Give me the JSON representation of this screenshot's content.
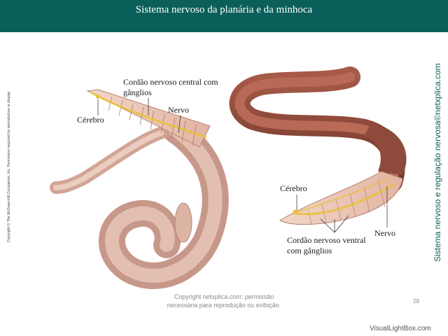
{
  "header": {
    "title": "Sistema nervoso da planária e da minhoca"
  },
  "left_diagram": {
    "labels": {
      "cord": "Cordão nervoso central com gânglios",
      "brain": "Cérebro",
      "nerve": "Nervo"
    }
  },
  "right_diagram": {
    "labels": {
      "brain": "Cérebro",
      "nerve": "Nervo",
      "cord": "Cordão nervoso ventral com gânglios"
    }
  },
  "side_copyright": "Copyright © The McGraw-Hill Companies, Inc. Permission required for reproduction or display.",
  "side_text": "Sistema nervoso e regulação nervosa©netxplica.com",
  "footer": {
    "line1": "Copyright netxplica.com: permissão",
    "line2": "necessária para reprodução ou exibição."
  },
  "page_number": "28",
  "watermark": "VisualLightBox.com",
  "colors": {
    "header_bg": "#0b5f5b",
    "worm_pink": "#d9a99b",
    "worm_brown": "#8b4a3c",
    "nerve_yellow": "#e8c23a"
  }
}
